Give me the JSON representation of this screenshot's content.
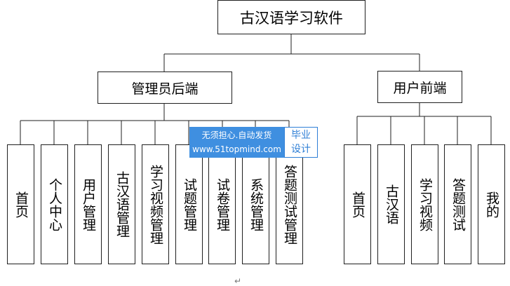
{
  "root": {
    "label": "古汉语学习软件"
  },
  "branches": [
    {
      "label": "管理员后端",
      "children": [
        "首页",
        "个人中心",
        "用户管理",
        "古汉语管理",
        "学习视频管理",
        "试题管理",
        "试卷管理",
        "系统管理",
        "答题测试管理"
      ]
    },
    {
      "label": "用户前端",
      "children": [
        "首页",
        "古汉语",
        "学习视频",
        "答题测试",
        "我的"
      ]
    }
  ],
  "watermark": {
    "line1": "无须担心.自动发货",
    "line2": "www.51topmind.com",
    "tag": "毕业设计"
  },
  "paragraph_mark": "↵"
}
